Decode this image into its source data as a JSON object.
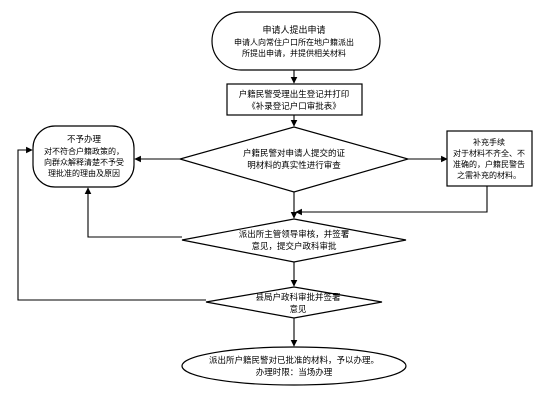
{
  "flow": {
    "start": {
      "line1": "申请人提出申请",
      "line2": "申请人向常住户口所在地户籍派出",
      "line3": "所提出申请，并提供相关材料"
    },
    "register": {
      "line1": "户籍民警受理出生登记并打印",
      "line2": "《补录登记户口审批表》"
    },
    "verify": {
      "line1": "户籍民警对申请人提交的证",
      "line2": "明材料的真实性进行审查"
    },
    "reject": {
      "line1": "不予办理",
      "line2": "对不符合户籍政策的，",
      "line3": "向群众解释清楚不予受",
      "line4": "理批准的理由及原因"
    },
    "supplement": {
      "line1": "补充手续",
      "line2": "对于材料不齐全、不",
      "line3": "准确的，户籍民警告",
      "line4": "之需补充的材料。"
    },
    "station_review": {
      "line1": "派出所主管领导审核，并签署",
      "line2": "意见，提交户政科审批"
    },
    "county_review": {
      "line1": "县局户政科审批并签署",
      "line2": "意见"
    },
    "finish": {
      "line1": "派出所户籍民警对已批准的材料，予以办理。",
      "line2": "办理时限：当场办理"
    }
  }
}
